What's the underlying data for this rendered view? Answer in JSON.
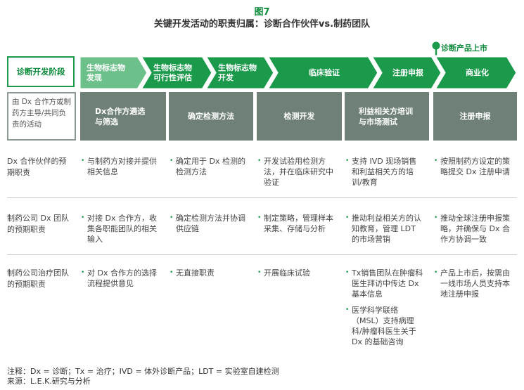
{
  "figure_label": "图7",
  "title": "关键开发活动的职责归属：诊断合作伙伴vs.制药团队",
  "milestone": "诊断产品上市",
  "colors": {
    "accent": "#1a9a4a",
    "light_stage": "#6cc08a",
    "activity_box": "#6f8076"
  },
  "stage_header": "诊断开发阶段",
  "stages": [
    {
      "label": "生物标志物发现"
    },
    {
      "label": "生物标志物可行性评估"
    },
    {
      "label": "生物标志物开发"
    },
    {
      "label": "临床验证"
    },
    {
      "label": "注册申报"
    },
    {
      "label": "商业化"
    }
  ],
  "activity_header": "由 Dx 合作方或制药方主导/共同负责的活动",
  "activities": [
    "Dx合作方遴选与筛选",
    "确定检测方法",
    "检测开发",
    "利益相关方培训与市场测试",
    "注册申报"
  ],
  "rows": [
    {
      "label": "Dx 合作伙伴的预期职责",
      "cells": [
        [
          "与制药方对接并提供相关信息"
        ],
        [
          "确定用于 Dx 检测的检测方法"
        ],
        [
          "开发试验用检测方法，并在临床研究中验证"
        ],
        [
          "支持 IVD 现场销售和利益相关方的培训/教育"
        ],
        [
          "按照制药方设定的策略提交 Dx 注册申请"
        ]
      ]
    },
    {
      "label": "制药公司 Dx 团队的预期职责",
      "cells": [
        [
          "对接 Dx 合作方，收集各职能团队的相关输入"
        ],
        [
          "确定检测方法并协调供应链"
        ],
        [
          "制定策略，管理样本采集、存储与分析"
        ],
        [
          "推动利益相关方的认知教育，管理 LDT 的市场营销"
        ],
        [
          "推动全球注册申报策略，并确保与 Dx 合作方协调一致"
        ]
      ]
    },
    {
      "label": "制药公司治疗团队的预期职责",
      "cells": [
        [
          "对 Dx 合作方的选择流程提供意见"
        ],
        [
          "无直接职责"
        ],
        [
          "开展临床试验"
        ],
        [
          "Tx销售团队在肿瘤科医生拜访中传达 Dx 基本信息",
          "医学科学联络（MSL）支持病理科/肿瘤科医生关于 Dx 的基础咨询"
        ],
        [
          "产品上市后，按需由一线市场人员支持本地注册申报"
        ]
      ]
    }
  ],
  "footnote": "注释：Dx = 诊断；Tx = 治疗；IVD = 体外诊断产品；LDT = 实验室自建检测",
  "source": "来源：L.E.K.研究与分析"
}
